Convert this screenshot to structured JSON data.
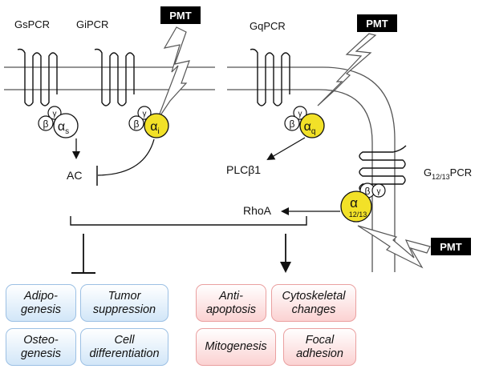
{
  "receptors": {
    "gs": "GsPCR",
    "gi": "GiPCR",
    "gq": "GqPCR",
    "g1213_main": "G",
    "g1213_sub": "12/13",
    "g1213_suffix": "PCR"
  },
  "toxin_label": "PMT",
  "subunits": {
    "beta": "β",
    "gamma": "γ",
    "alpha": "α",
    "alpha_s_sub": "s",
    "alpha_i_sub": "i",
    "alpha_q_sub": "q",
    "alpha_1213_sub": "12/13"
  },
  "effectors": {
    "ac": "AC",
    "plc": "PLCβ1",
    "rhoa": "RhoA"
  },
  "colors": {
    "alpha_active": "#f2e128",
    "inhibited_box_border": "#9cc0e4",
    "stimulated_box_border": "#eaa0a0"
  },
  "outcomes": {
    "inhibited": [
      {
        "text": "Adipo-\ngenesis"
      },
      {
        "text": "Tumor\nsuppression"
      },
      {
        "text": "Osteo-\ngenesis"
      },
      {
        "text": "Cell\ndifferentiation"
      }
    ],
    "stimulated": [
      {
        "text": "Anti-\napoptosis"
      },
      {
        "text": "Cytoskeletal\nchanges"
      },
      {
        "text": "Mitogenesis"
      },
      {
        "text": "Focal\nadhesion"
      }
    ]
  }
}
